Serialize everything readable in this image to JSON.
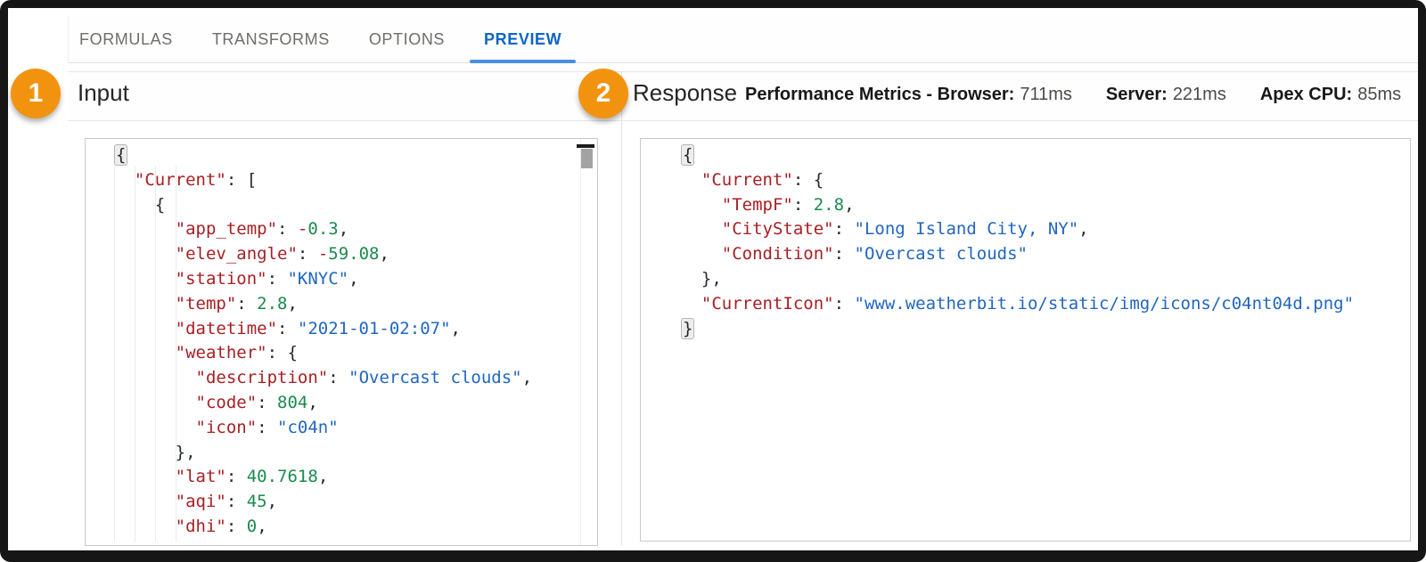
{
  "tabs": {
    "items": [
      {
        "label": "FORMULAS",
        "active": false
      },
      {
        "label": "TRANSFORMS",
        "active": false
      },
      {
        "label": "OPTIONS",
        "active": false
      },
      {
        "label": "PREVIEW",
        "active": true
      }
    ]
  },
  "accent_colors": {
    "active_tab_blue": "#0d66c5",
    "tab_underline_blue": "#4a90e2",
    "badge_orange": "#f2930f",
    "json_key": "#a72024",
    "json_string": "#2166c0",
    "json_number": "#1b8a4e"
  },
  "panels": {
    "input": {
      "badge": "1",
      "title": "Input",
      "code_lines": [
        [
          [
            "b",
            "{"
          ]
        ],
        [
          [
            "p",
            "  "
          ],
          [
            "k",
            "\"Current\""
          ],
          [
            "p",
            ": ["
          ]
        ],
        [
          [
            "p",
            "    {"
          ]
        ],
        [
          [
            "p",
            "      "
          ],
          [
            "k",
            "\"app_temp\""
          ],
          [
            "p",
            ": "
          ],
          [
            "m",
            "-"
          ],
          [
            "n",
            "0.3"
          ],
          [
            "p",
            ","
          ]
        ],
        [
          [
            "p",
            "      "
          ],
          [
            "k",
            "\"elev_angle\""
          ],
          [
            "p",
            ": "
          ],
          [
            "m",
            "-"
          ],
          [
            "n",
            "59.08"
          ],
          [
            "p",
            ","
          ]
        ],
        [
          [
            "p",
            "      "
          ],
          [
            "k",
            "\"station\""
          ],
          [
            "p",
            ": "
          ],
          [
            "s",
            "\"KNYC\""
          ],
          [
            "p",
            ","
          ]
        ],
        [
          [
            "p",
            "      "
          ],
          [
            "k",
            "\"temp\""
          ],
          [
            "p",
            ": "
          ],
          [
            "n",
            "2.8"
          ],
          [
            "p",
            ","
          ]
        ],
        [
          [
            "p",
            "      "
          ],
          [
            "k",
            "\"datetime\""
          ],
          [
            "p",
            ": "
          ],
          [
            "s",
            "\"2021-01-02:07\""
          ],
          [
            "p",
            ","
          ]
        ],
        [
          [
            "p",
            "      "
          ],
          [
            "k",
            "\"weather\""
          ],
          [
            "p",
            ": {"
          ]
        ],
        [
          [
            "p",
            "        "
          ],
          [
            "k",
            "\"description\""
          ],
          [
            "p",
            ": "
          ],
          [
            "s",
            "\"Overcast clouds\""
          ],
          [
            "p",
            ","
          ]
        ],
        [
          [
            "p",
            "        "
          ],
          [
            "k",
            "\"code\""
          ],
          [
            "p",
            ": "
          ],
          [
            "n",
            "804"
          ],
          [
            "p",
            ","
          ]
        ],
        [
          [
            "p",
            "        "
          ],
          [
            "k",
            "\"icon\""
          ],
          [
            "p",
            ": "
          ],
          [
            "s",
            "\"c04n\""
          ]
        ],
        [
          [
            "p",
            "      },"
          ]
        ],
        [
          [
            "p",
            "      "
          ],
          [
            "k",
            "\"lat\""
          ],
          [
            "p",
            ": "
          ],
          [
            "n",
            "40.7618"
          ],
          [
            "p",
            ","
          ]
        ],
        [
          [
            "p",
            "      "
          ],
          [
            "k",
            "\"aqi\""
          ],
          [
            "p",
            ": "
          ],
          [
            "n",
            "45"
          ],
          [
            "p",
            ","
          ]
        ],
        [
          [
            "p",
            "      "
          ],
          [
            "k",
            "\"dhi\""
          ],
          [
            "p",
            ": "
          ],
          [
            "n",
            "0"
          ],
          [
            "p",
            ","
          ]
        ]
      ]
    },
    "response": {
      "badge": "2",
      "title": "Response",
      "metrics": [
        {
          "label": "Performance Metrics - Browser:",
          "value": "711ms"
        },
        {
          "label": "Server:",
          "value": "221ms"
        },
        {
          "label": "Apex CPU:",
          "value": "85ms"
        }
      ],
      "code_lines": [
        [
          [
            "b",
            "{"
          ]
        ],
        [
          [
            "p",
            "  "
          ],
          [
            "k",
            "\"Current\""
          ],
          [
            "p",
            ": {"
          ]
        ],
        [
          [
            "p",
            "    "
          ],
          [
            "k",
            "\"TempF\""
          ],
          [
            "p",
            ": "
          ],
          [
            "n",
            "2.8"
          ],
          [
            "p",
            ","
          ]
        ],
        [
          [
            "p",
            "    "
          ],
          [
            "k",
            "\"CityState\""
          ],
          [
            "p",
            ": "
          ],
          [
            "s",
            "\"Long Island City, NY\""
          ],
          [
            "p",
            ","
          ]
        ],
        [
          [
            "p",
            "    "
          ],
          [
            "k",
            "\"Condition\""
          ],
          [
            "p",
            ": "
          ],
          [
            "s",
            "\"Overcast clouds\""
          ]
        ],
        [
          [
            "p",
            "  },"
          ]
        ],
        [
          [
            "p",
            "  "
          ],
          [
            "k",
            "\"CurrentIcon\""
          ],
          [
            "p",
            ": "
          ],
          [
            "s",
            "\"www.weatherbit.io/static/img/icons/c04nt04d.png\""
          ]
        ],
        [
          [
            "b",
            "}"
          ]
        ]
      ]
    }
  }
}
